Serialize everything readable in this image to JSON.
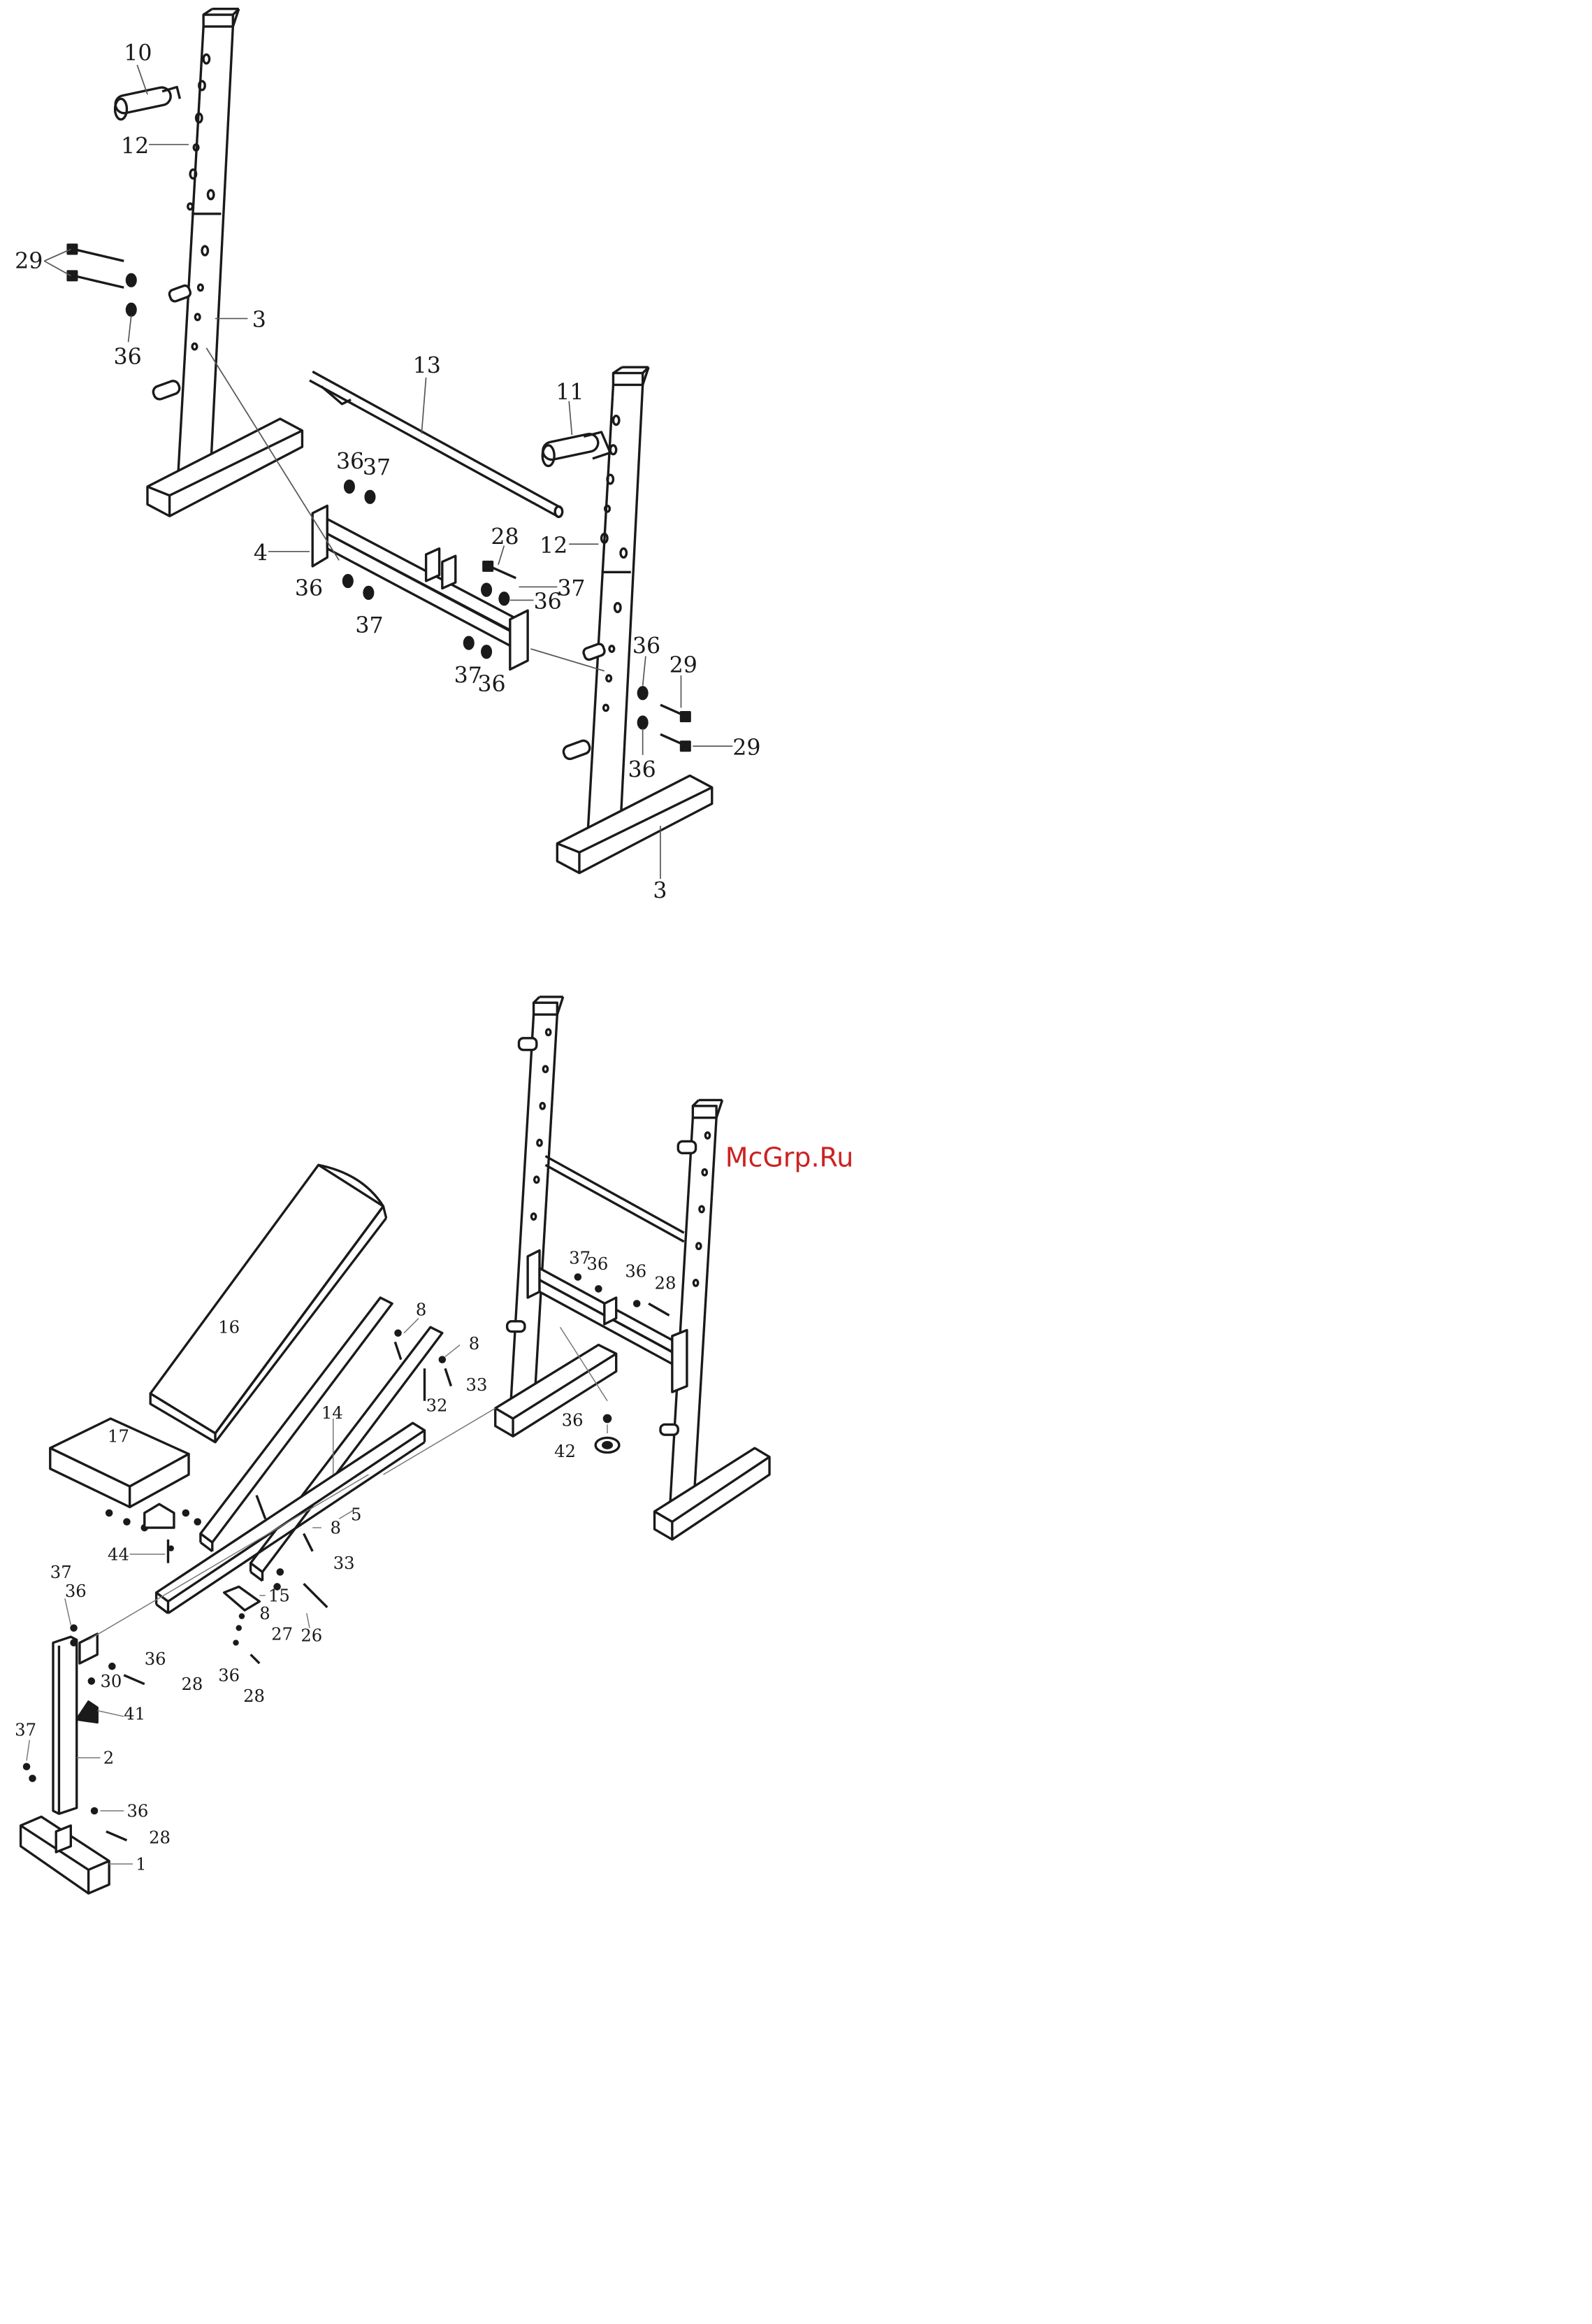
{
  "watermark": {
    "text": "McGrp.Ru",
    "color": "#cc2222"
  },
  "colors": {
    "line": "#1a1a1a",
    "leader": "#555555",
    "gray_label": "#8a8a8a"
  },
  "diagram1": {
    "labels": {
      "l10": "10",
      "l12a": "12",
      "l29a": "29",
      "l36a": "36",
      "l3a": "3",
      "l13": "13",
      "l11": "11",
      "l36b": "36",
      "l37a": "37",
      "l4": "4",
      "l12b": "12",
      "l28": "28",
      "l36c": "36",
      "l37b": "37",
      "l37c": "37",
      "l36d": "36",
      "l37d": "37",
      "l36e": "36",
      "l36f": "36",
      "l29b": "29",
      "l29c": "29",
      "l36g": "36",
      "l3b": "3"
    }
  },
  "diagram2": {
    "labels": {
      "l37a": "37",
      "l36a": "36",
      "l36b": "36",
      "l28a": "28",
      "l16": "16",
      "l8a": "8",
      "l8b": "8",
      "l33a": "33",
      "l32": "32",
      "l14": "14",
      "l17": "17",
      "l5": "5",
      "l8c": "8",
      "l33b": "33",
      "l44": "44",
      "l15": "15",
      "l8d": "8",
      "l26": "26",
      "l27": "27",
      "l36c": "36",
      "l28b": "28",
      "l36d": "36",
      "l42": "42",
      "l37b": "37",
      "l36e": "36",
      "l36f": "36",
      "l30": "30",
      "l28c": "28",
      "l41": "41",
      "l37c": "37",
      "l2": "2",
      "l36g": "36",
      "l28d": "28",
      "l1": "1"
    }
  }
}
